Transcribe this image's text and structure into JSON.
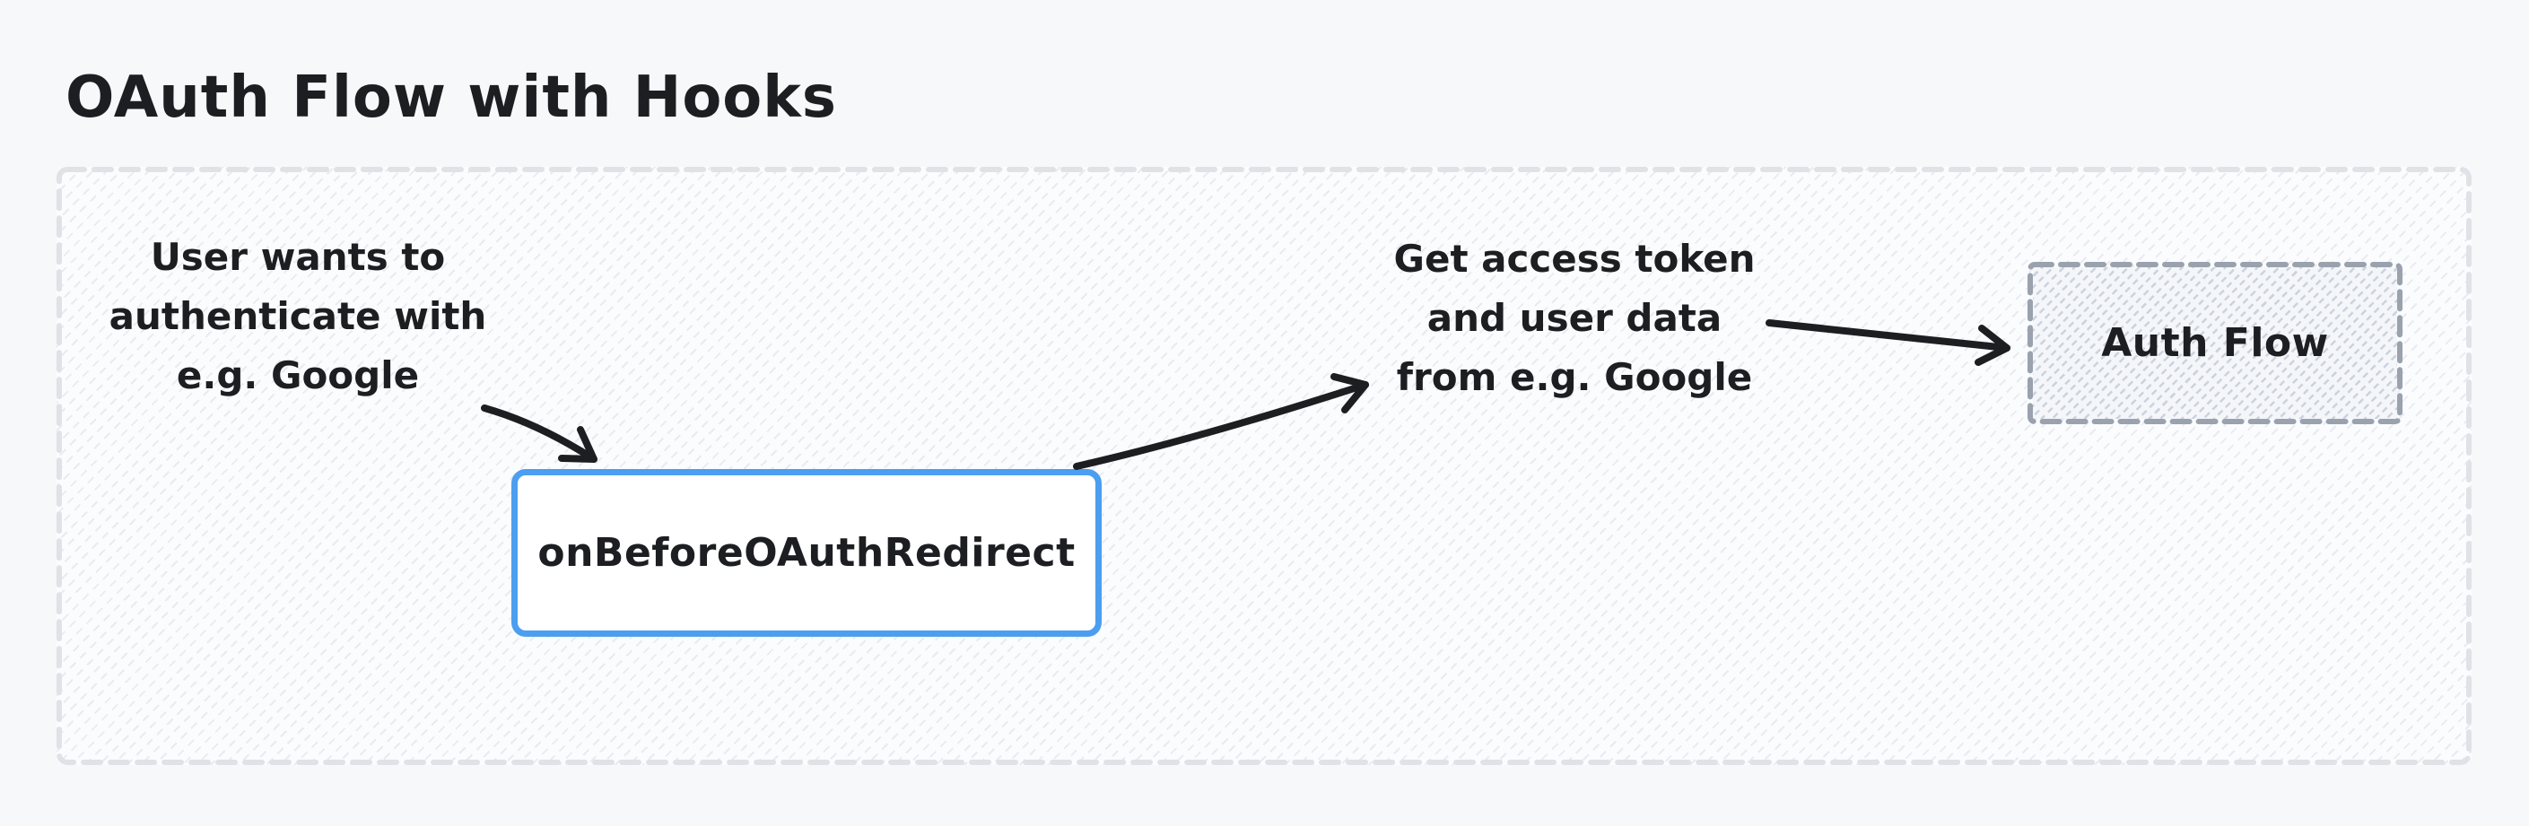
{
  "page": {
    "title_text": "OAuth Flow with Hooks"
  },
  "colors": {
    "canvas-bg": "#f7f8fa",
    "ink": "#1d1e22",
    "accent": "#4b9ef0",
    "node-dash": "#9aa2ae",
    "container-dash": "#dfe2e7"
  },
  "diagram": {
    "annotations": [
      {
        "id": "user-intent",
        "lines": [
          "User wants to",
          "authenticate with",
          "e.g. Google"
        ]
      },
      {
        "id": "token-exchange",
        "lines": [
          "Get access token",
          "and user data",
          "from e.g. Google"
        ]
      }
    ],
    "nodes": [
      {
        "id": "on-before-oauth-redirect",
        "label": "onBeforeOAuthRedirect",
        "style": "solid-blue"
      },
      {
        "id": "auth-flow",
        "label": "Auth Flow",
        "style": "dashed-gray"
      }
    ],
    "edges": [
      {
        "from": "user-intent",
        "to": "on-before-oauth-redirect"
      },
      {
        "from": "on-before-oauth-redirect",
        "to": "token-exchange"
      },
      {
        "from": "token-exchange",
        "to": "auth-flow"
      }
    ]
  }
}
